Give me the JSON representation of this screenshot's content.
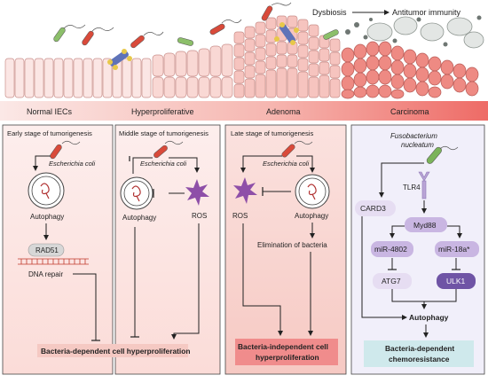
{
  "top": {
    "dysbiosis": "Dysbiosis",
    "antitumor": "Antitumor immunity",
    "stages": [
      "Normal IECs",
      "Hyperproliferative",
      "Adenoma",
      "Carcinoma"
    ]
  },
  "panels": {
    "early": {
      "title": "Early stage of tumorigenesis",
      "bacterium": "Escherichia coli",
      "autophagy": "Autophagy",
      "rad51": "RAD51",
      "dna_repair": "DNA repair",
      "result": "Bacteria-dependent cell hyperproliferation"
    },
    "middle": {
      "title": "Middle stage of tumorigenesis",
      "bacterium": "Escherichia coli",
      "autophagy": "Autophagy",
      "ros": "ROS"
    },
    "late": {
      "title": "Late stage of tumorigenesis",
      "bacterium": "Escherichia coli",
      "ros": "ROS",
      "autophagy": "Autophagy",
      "elimination": "Elimination of bacteria",
      "result_line1": "Bacteria-independent cell",
      "result_line2": "hyperproliferation"
    },
    "fuso": {
      "bacterium_line1": "Fusobacterium",
      "bacterium_line2": "nucleatum",
      "tlr4": "TLR4",
      "myd88": "Myd88",
      "card3": "CARD3",
      "mir4802": "miR-4802",
      "mir18a": "miR-18a*",
      "atg7": "ATG7",
      "ulk1": "ULK1",
      "autophagy": "Autophagy",
      "result_line1": "Bacteria-dependent",
      "result_line2": "chemoresistance"
    }
  },
  "colors": {
    "bacterium_red": "#d94a3a",
    "bacterium_green": "#7bb35a",
    "ros_purple": "#8e4fa8",
    "panel_pink": "#fbe4e1",
    "panel_pink_dark": "#f4c2bb",
    "result_red": "#f08c8c",
    "fuso_bg": "#f1effa",
    "fuso_box_purple": "#c9b6e2",
    "fuso_box_teal": "#cfe9ec",
    "ulk1_purple": "#6f54a5"
  }
}
